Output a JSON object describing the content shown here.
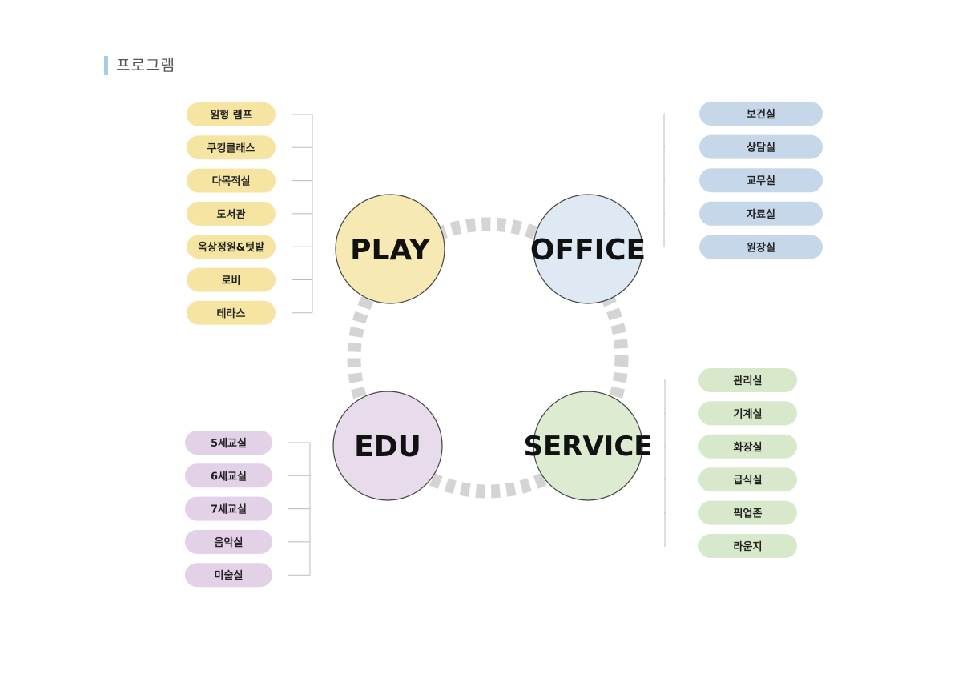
{
  "page": {
    "heading": "프로그램"
  },
  "hubs": [
    {
      "key": "play",
      "label": "PLAY",
      "fill": "#f6e9b3",
      "pill_color": "#f6e5a2",
      "items": [
        "원형 램프",
        "쿠킹클래스",
        "다목적실",
        "도서관",
        "옥상정원&텃밭",
        "로비",
        "테라스"
      ]
    },
    {
      "key": "office",
      "label": "OFFICE",
      "fill": "#dfe9f3",
      "pill_color": "#c5d7e8",
      "items": [
        "보건실",
        "상담실",
        "교무실",
        "자료실",
        "원장실"
      ]
    },
    {
      "key": "edu",
      "label": "EDU",
      "fill": "#e8dcec",
      "pill_color": "#e2d1e7",
      "items": [
        "5세교실",
        "6세교실",
        "7세교실",
        "음악실",
        "미술실"
      ]
    },
    {
      "key": "service",
      "label": "SERVICE",
      "fill": "#ddebd1",
      "pill_color": "#d8e8cb",
      "items": [
        "관리실",
        "기계실",
        "화장실",
        "급식실",
        "픽업존",
        "라운지"
      ]
    }
  ],
  "colors": {
    "dashed_ring": "#d4d4d4",
    "bracket_line": "#bbbbbb",
    "circle_stroke": "#444444",
    "heading_accent": "#a9cde6"
  }
}
